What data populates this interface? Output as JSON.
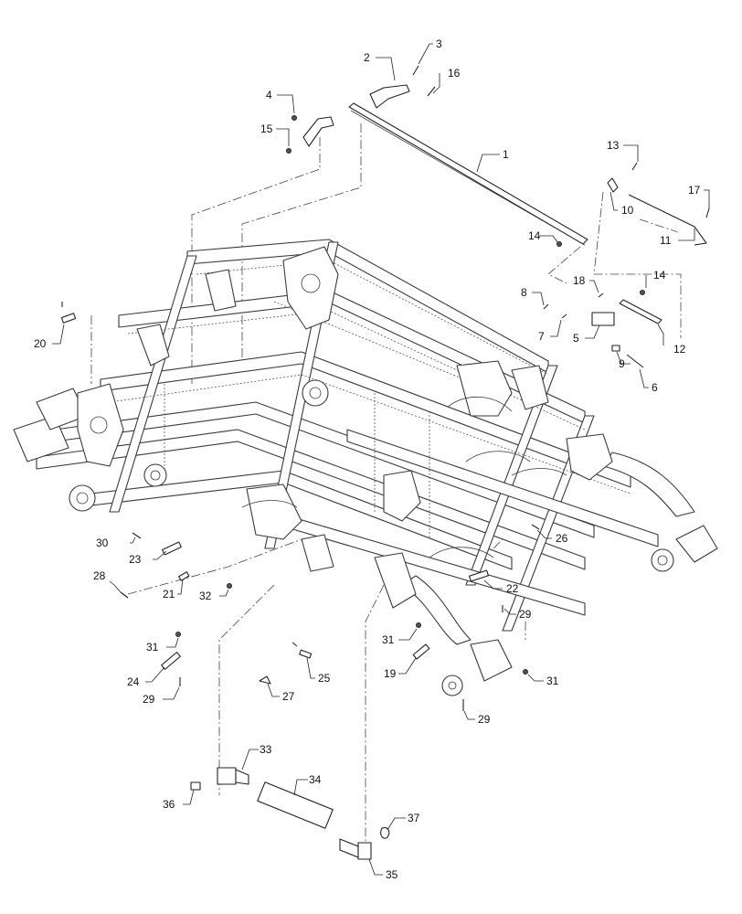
{
  "callouts": [
    {
      "id": "c1",
      "label": "1"
    },
    {
      "id": "c2",
      "label": "2"
    },
    {
      "id": "c3",
      "label": "3"
    },
    {
      "id": "c4",
      "label": "4"
    },
    {
      "id": "c5",
      "label": "5"
    },
    {
      "id": "c6",
      "label": "6"
    },
    {
      "id": "c7",
      "label": "7"
    },
    {
      "id": "c8",
      "label": "8"
    },
    {
      "id": "c9",
      "label": "9"
    },
    {
      "id": "c10",
      "label": "10"
    },
    {
      "id": "c11",
      "label": "11"
    },
    {
      "id": "c12",
      "label": "12"
    },
    {
      "id": "c13",
      "label": "13"
    },
    {
      "id": "c14a",
      "label": "14"
    },
    {
      "id": "c14b",
      "label": "14"
    },
    {
      "id": "c15",
      "label": "15"
    },
    {
      "id": "c16",
      "label": "16"
    },
    {
      "id": "c17",
      "label": "17"
    },
    {
      "id": "c18",
      "label": "18"
    },
    {
      "id": "c19",
      "label": "19"
    },
    {
      "id": "c20",
      "label": "20"
    },
    {
      "id": "c21",
      "label": "21"
    },
    {
      "id": "c22",
      "label": "22"
    },
    {
      "id": "c23",
      "label": "23"
    },
    {
      "id": "c24",
      "label": "24"
    },
    {
      "id": "c25",
      "label": "25"
    },
    {
      "id": "c26",
      "label": "26"
    },
    {
      "id": "c27",
      "label": "27"
    },
    {
      "id": "c28",
      "label": "28"
    },
    {
      "id": "c29a",
      "label": "29"
    },
    {
      "id": "c29b",
      "label": "29"
    },
    {
      "id": "c29c",
      "label": "29"
    },
    {
      "id": "c30",
      "label": "30"
    },
    {
      "id": "c31a",
      "label": "31"
    },
    {
      "id": "c31b",
      "label": "31"
    },
    {
      "id": "c31c",
      "label": "31"
    },
    {
      "id": "c32",
      "label": "32"
    },
    {
      "id": "c33",
      "label": "33"
    },
    {
      "id": "c34",
      "label": "34"
    },
    {
      "id": "c35",
      "label": "35"
    },
    {
      "id": "c36",
      "label": "36"
    },
    {
      "id": "c37",
      "label": "37"
    }
  ]
}
